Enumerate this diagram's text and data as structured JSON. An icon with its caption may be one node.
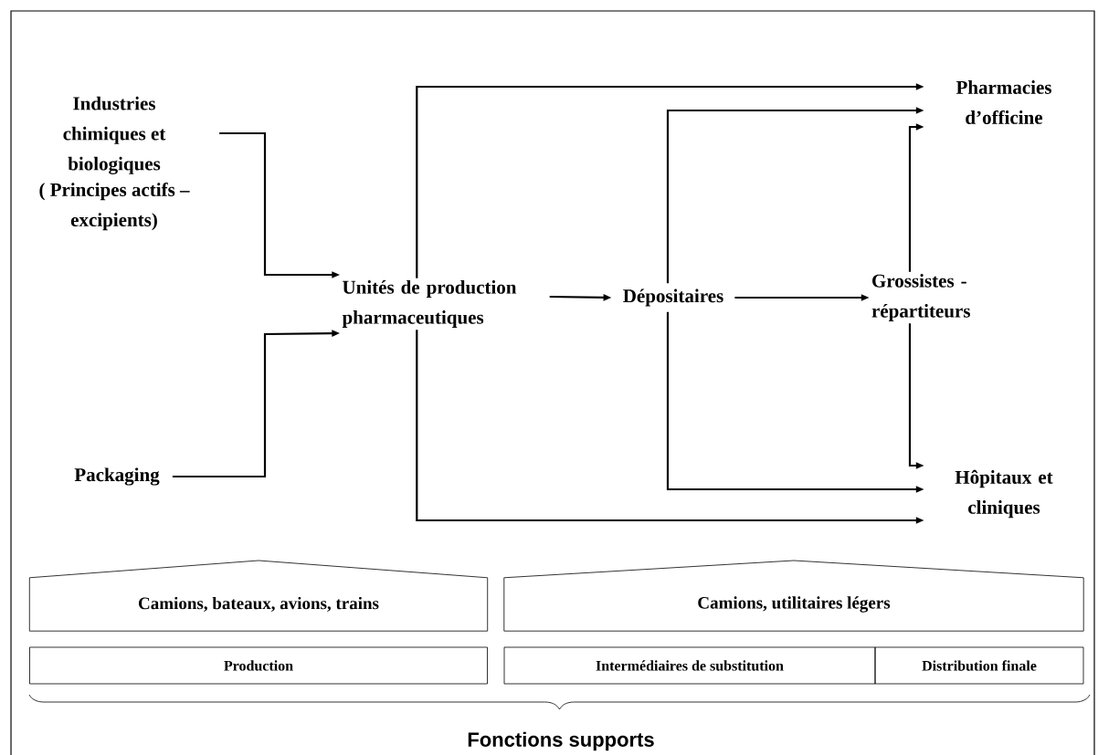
{
  "diagram": {
    "nodes": [
      {
        "text": [
          "Industries chimiques et biologiques",
          "( Principes actifs – excipients)"
        ]
      },
      {
        "text": [
          "Packaging"
        ]
      },
      {
        "text": [
          "Unités de production pharmaceutiques"
        ]
      },
      {
        "text": [
          "Dépositaires"
        ]
      },
      {
        "text": [
          "Grossistes - répartiteurs"
        ]
      },
      {
        "text": [
          "Pharmacies d’officine"
        ]
      },
      {
        "text": [
          "Hôpitaux et cliniques"
        ]
      },
      {
        "text": [
          "Camions, bateaux, avions, trains"
        ]
      },
      {
        "text": [
          "Camions, utilitaires légers"
        ]
      },
      {
        "text": [
          "Production"
        ]
      },
      {
        "text": [
          "Intermédiaires de substitution"
        ]
      },
      {
        "text": [
          "Distribution finale"
        ]
      }
    ],
    "edges": [
      {
        "from": 0,
        "to": 2,
        "arrow": "to"
      },
      {
        "from": 1,
        "to": 2,
        "arrow": "to"
      },
      {
        "from": 2,
        "to": 3,
        "arrow": "to"
      },
      {
        "from": 2,
        "to": 5,
        "arrow": "to"
      },
      {
        "from": 2,
        "to": 6,
        "arrow": "to"
      },
      {
        "from": 3,
        "to": 4,
        "arrow": "to"
      },
      {
        "from": 3,
        "to": 5,
        "arrow": "to"
      },
      {
        "from": 3,
        "to": 6,
        "arrow": "to"
      },
      {
        "from": 4,
        "to": 5,
        "arrow": "to"
      },
      {
        "from": 4,
        "to": 6,
        "arrow": "to"
      }
    ],
    "labels": [
      "Fonctions supports"
    ]
  }
}
